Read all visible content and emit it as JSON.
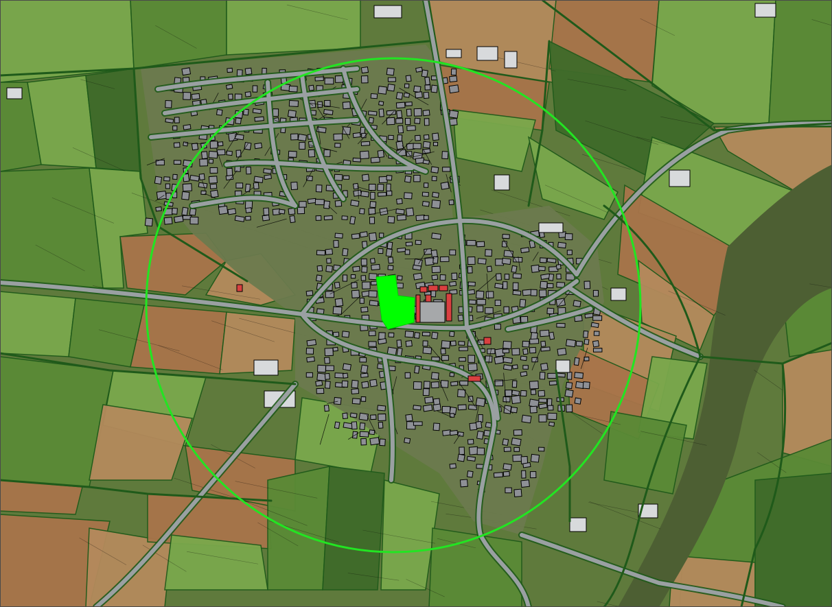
{
  "map": {
    "view": "aerial-orthophoto",
    "colors": {
      "base_ground": "#5f7a3c",
      "field_green": "#5a8a36",
      "field_green_light": "#7aa84c",
      "field_green_dark": "#3f6b2a",
      "field_brown": "#a8744a",
      "field_tan": "#b48a5c",
      "settlement_ground": "#6c7a4e",
      "building_roof": "#8e9096",
      "parcel_outline": "#000000",
      "road_surface": "#9aa0a2",
      "road_outline": "#1f5a1a",
      "buffer_circle": "#22e522",
      "selected_parcel": "#00ff00",
      "highlight_buildings": "#d94040"
    },
    "layers": [
      {
        "id": "aerial-imagery",
        "visible": true
      },
      {
        "id": "parcel-boundaries",
        "visible": true
      },
      {
        "id": "road-network",
        "visible": true
      },
      {
        "id": "buffer-circle",
        "visible": true
      },
      {
        "id": "selected-parcel",
        "visible": true
      },
      {
        "id": "highlighted-buildings",
        "visible": true
      }
    ]
  }
}
